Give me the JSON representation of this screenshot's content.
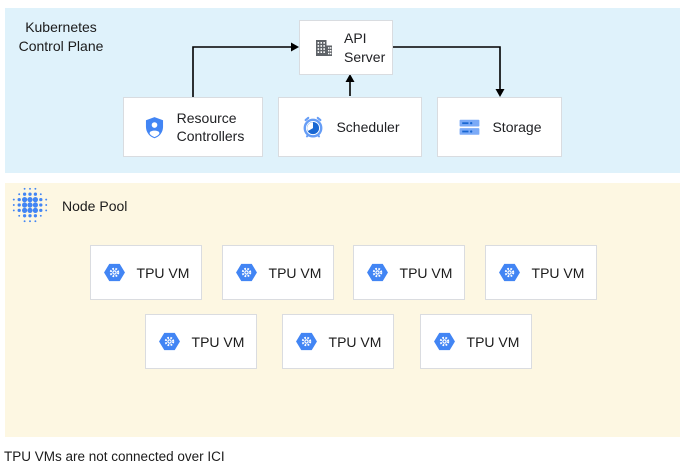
{
  "control_plane": {
    "label": "Kubernetes\nControl Plane",
    "api_server": {
      "label": "API\nServer",
      "icon": "building-icon"
    },
    "resource_controllers": {
      "label": "Resource\nControllers",
      "icon": "shield-user-icon"
    },
    "scheduler": {
      "label": "Scheduler",
      "icon": "alarm-clock-icon"
    },
    "storage": {
      "label": "Storage",
      "icon": "server-stack-icon"
    }
  },
  "node_pool": {
    "label": "Node Pool",
    "icon": "dot-cluster-icon",
    "tpu_vms": [
      {
        "label": "TPU VM",
        "icon": "gke-hexagon-gear-icon"
      },
      {
        "label": "TPU VM",
        "icon": "gke-hexagon-gear-icon"
      },
      {
        "label": "TPU VM",
        "icon": "gke-hexagon-gear-icon"
      },
      {
        "label": "TPU VM",
        "icon": "gke-hexagon-gear-icon"
      },
      {
        "label": "TPU VM",
        "icon": "gke-hexagon-gear-icon"
      },
      {
        "label": "TPU VM",
        "icon": "gke-hexagon-gear-icon"
      },
      {
        "label": "TPU VM",
        "icon": "gke-hexagon-gear-icon"
      }
    ]
  },
  "connections": [
    {
      "from": "Resource Controllers",
      "to": "API Server"
    },
    {
      "from": "API Server",
      "to": "Storage"
    },
    {
      "from": "Scheduler",
      "to": "API Server"
    }
  ],
  "footnote": "TPU VMs are not connected over ICI",
  "colors": {
    "control_plane_bg": "#dff2fb",
    "node_pool_bg": "#fdf7e2",
    "accent_blue": "#4285f4",
    "icon_light_blue": "#7baaf7",
    "icon_dark_blue": "#1967d2",
    "icon_gray": "#5f6368",
    "box_border": "#dadce0",
    "arrow": "#000000"
  }
}
